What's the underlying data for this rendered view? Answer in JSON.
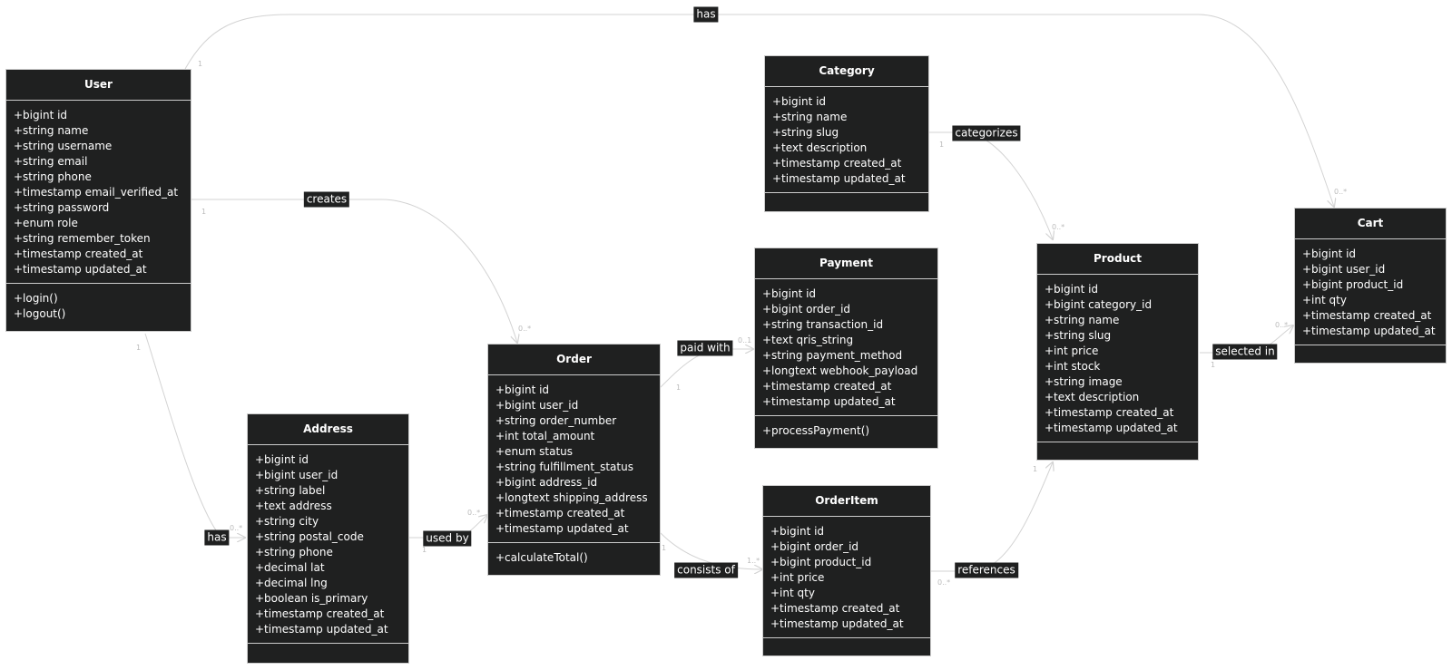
{
  "classes": {
    "user": {
      "name": "User",
      "attributes": [
        "+bigint id",
        "+string name",
        "+string username",
        "+string email",
        "+string phone",
        "+timestamp email_verified_at",
        "+string password",
        "+enum role",
        "+string remember_token",
        "+timestamp created_at",
        "+timestamp updated_at"
      ],
      "methods": [
        "+login()",
        "+logout()"
      ]
    },
    "category": {
      "name": "Category",
      "attributes": [
        "+bigint id",
        "+string name",
        "+string slug",
        "+text description",
        "+timestamp created_at",
        "+timestamp updated_at"
      ],
      "methods": []
    },
    "payment": {
      "name": "Payment",
      "attributes": [
        "+bigint id",
        "+bigint order_id",
        "+string transaction_id",
        "+text qris_string",
        "+string payment_method",
        "+longtext webhook_payload",
        "+timestamp created_at",
        "+timestamp updated_at"
      ],
      "methods": [
        "+processPayment()"
      ]
    },
    "product": {
      "name": "Product",
      "attributes": [
        "+bigint id",
        "+bigint category_id",
        "+string name",
        "+string slug",
        "+int price",
        "+int stock",
        "+string image",
        "+text description",
        "+timestamp created_at",
        "+timestamp updated_at"
      ],
      "methods": []
    },
    "cart": {
      "name": "Cart",
      "attributes": [
        "+bigint id",
        "+bigint user_id",
        "+bigint product_id",
        "+int qty",
        "+timestamp created_at",
        "+timestamp updated_at"
      ],
      "methods": []
    },
    "order": {
      "name": "Order",
      "attributes": [
        "+bigint id",
        "+bigint user_id",
        "+string order_number",
        "+int total_amount",
        "+enum status",
        "+string fulfillment_status",
        "+bigint address_id",
        "+longtext shipping_address",
        "+timestamp created_at",
        "+timestamp updated_at"
      ],
      "methods": [
        "+calculateTotal()"
      ]
    },
    "address": {
      "name": "Address",
      "attributes": [
        "+bigint id",
        "+bigint user_id",
        "+string label",
        "+text address",
        "+string city",
        "+string postal_code",
        "+string phone",
        "+decimal lat",
        "+decimal lng",
        "+boolean is_primary",
        "+timestamp created_at",
        "+timestamp updated_at"
      ],
      "methods": []
    },
    "orderitem": {
      "name": "OrderItem",
      "attributes": [
        "+bigint id",
        "+bigint order_id",
        "+bigint product_id",
        "+int price",
        "+int qty",
        "+timestamp created_at",
        "+timestamp updated_at"
      ],
      "methods": []
    }
  },
  "relations": [
    {
      "from": "User",
      "to": "Cart",
      "label": "has",
      "from_card": "1",
      "to_card": "0..*"
    },
    {
      "from": "User",
      "to": "Order",
      "label": "creates",
      "from_card": "1",
      "to_card": "0..*"
    },
    {
      "from": "User",
      "to": "Address",
      "label": "has",
      "from_card": "1",
      "to_card": "0..*"
    },
    {
      "from": "Category",
      "to": "Product",
      "label": "categorizes",
      "from_card": "1",
      "to_card": "0..*"
    },
    {
      "from": "Order",
      "to": "Payment",
      "label": "paid with",
      "from_card": "1",
      "to_card": "0..1"
    },
    {
      "from": "Address",
      "to": "Order",
      "label": "used by",
      "from_card": "1",
      "to_card": "0..*"
    },
    {
      "from": "Order",
      "to": "OrderItem",
      "label": "consists of",
      "from_card": "1",
      "to_card": "1..*"
    },
    {
      "from": "OrderItem",
      "to": "Product",
      "label": "references",
      "from_card": "0..*",
      "to_card": "1"
    },
    {
      "from": "Product",
      "to": "Cart",
      "label": "selected in",
      "from_card": "1",
      "to_card": "0..*"
    }
  ],
  "colors": {
    "box_fill": "#1f2020",
    "box_border": "#cccccc",
    "edge": "#d3d3d3",
    "text": "#ffffff",
    "cardinality": "#bbbbbb"
  }
}
